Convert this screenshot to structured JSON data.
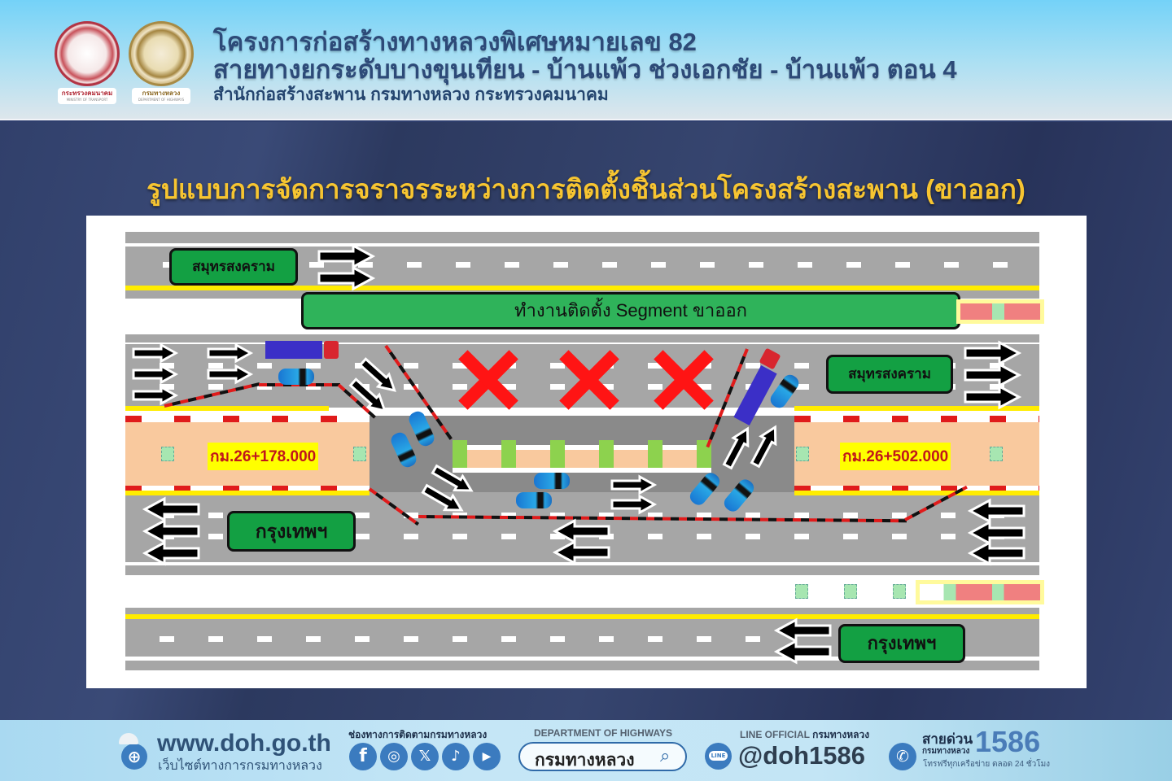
{
  "header": {
    "title_line1": "โครงการก่อสร้างทางหลวงพิเศษหมายเลข 82",
    "title_line2": "สายทางยกระดับบางขุนเทียน - บ้านแพ้ว ช่วงเอกชัย - บ้านแพ้ว ตอน 4",
    "subtitle": "สำนักก่อสร้างสะพาน กรมทางหลวง กระทรวงคมนาคม",
    "logos": [
      {
        "name": "ministry-of-transport",
        "caption_th": "กระทรวงคมนาคม",
        "caption_en": "MINISTRY OF TRANSPORT"
      },
      {
        "name": "department-of-highways",
        "caption_th": "กรมทางหลวง",
        "caption_en": "DEPARTMENT OF HIGHWAYS"
      }
    ]
  },
  "main": {
    "title": "รูปแบบการจัดการจราจรระหว่างการติดตั้งชิ้นส่วนโครงสร้างสะพาน (ขาออก)"
  },
  "diagram": {
    "work_zone_label": "ทำงานติดตั้ง Segment ขาออก",
    "signs": {
      "top_left": "สมุทรสงคราม",
      "mid_right": "สมุทรสงคราม",
      "lower_left": "กรุงเทพฯ",
      "bottom_right": "กรุงเทพฯ"
    },
    "km_markers": {
      "left": "กม.26+178.000",
      "right": "กม.26+502.000"
    },
    "closed_lanes_count": 3,
    "colors": {
      "road": "#a6a6a6",
      "median": "#f9c99e",
      "work_zone": "#2fb35a",
      "closure_x": "#ff1414",
      "km_marker_bg": "#ffff00",
      "km_marker_text": "#c0161c"
    }
  },
  "footer": {
    "website": "www.doh.go.th",
    "website_caption": "เว็บไซต์ทางการกรมทางหลวง",
    "social_caption": "ช่องทางการติดตามกรมทางหลวง",
    "social_icons": [
      "facebook-icon",
      "instagram-icon",
      "x-icon",
      "tiktok-icon",
      "youtube-icon"
    ],
    "search_caption": "DEPARTMENT OF HIGHWAYS",
    "search_text": "กรมทางหลวง",
    "line_caption_en": "LINE OFFICIAL",
    "line_caption_th": "กรมทางหลวง",
    "line_badge": "LINE",
    "line_id": "@doh1586",
    "hotline_label": "สายด่วน",
    "hotline_sub": "กรมทางหลวง",
    "hotline_number": "1586",
    "hotline_note": "โทรฟรีทุกเครือข่าย ตลอด 24 ชั่วโมง"
  }
}
